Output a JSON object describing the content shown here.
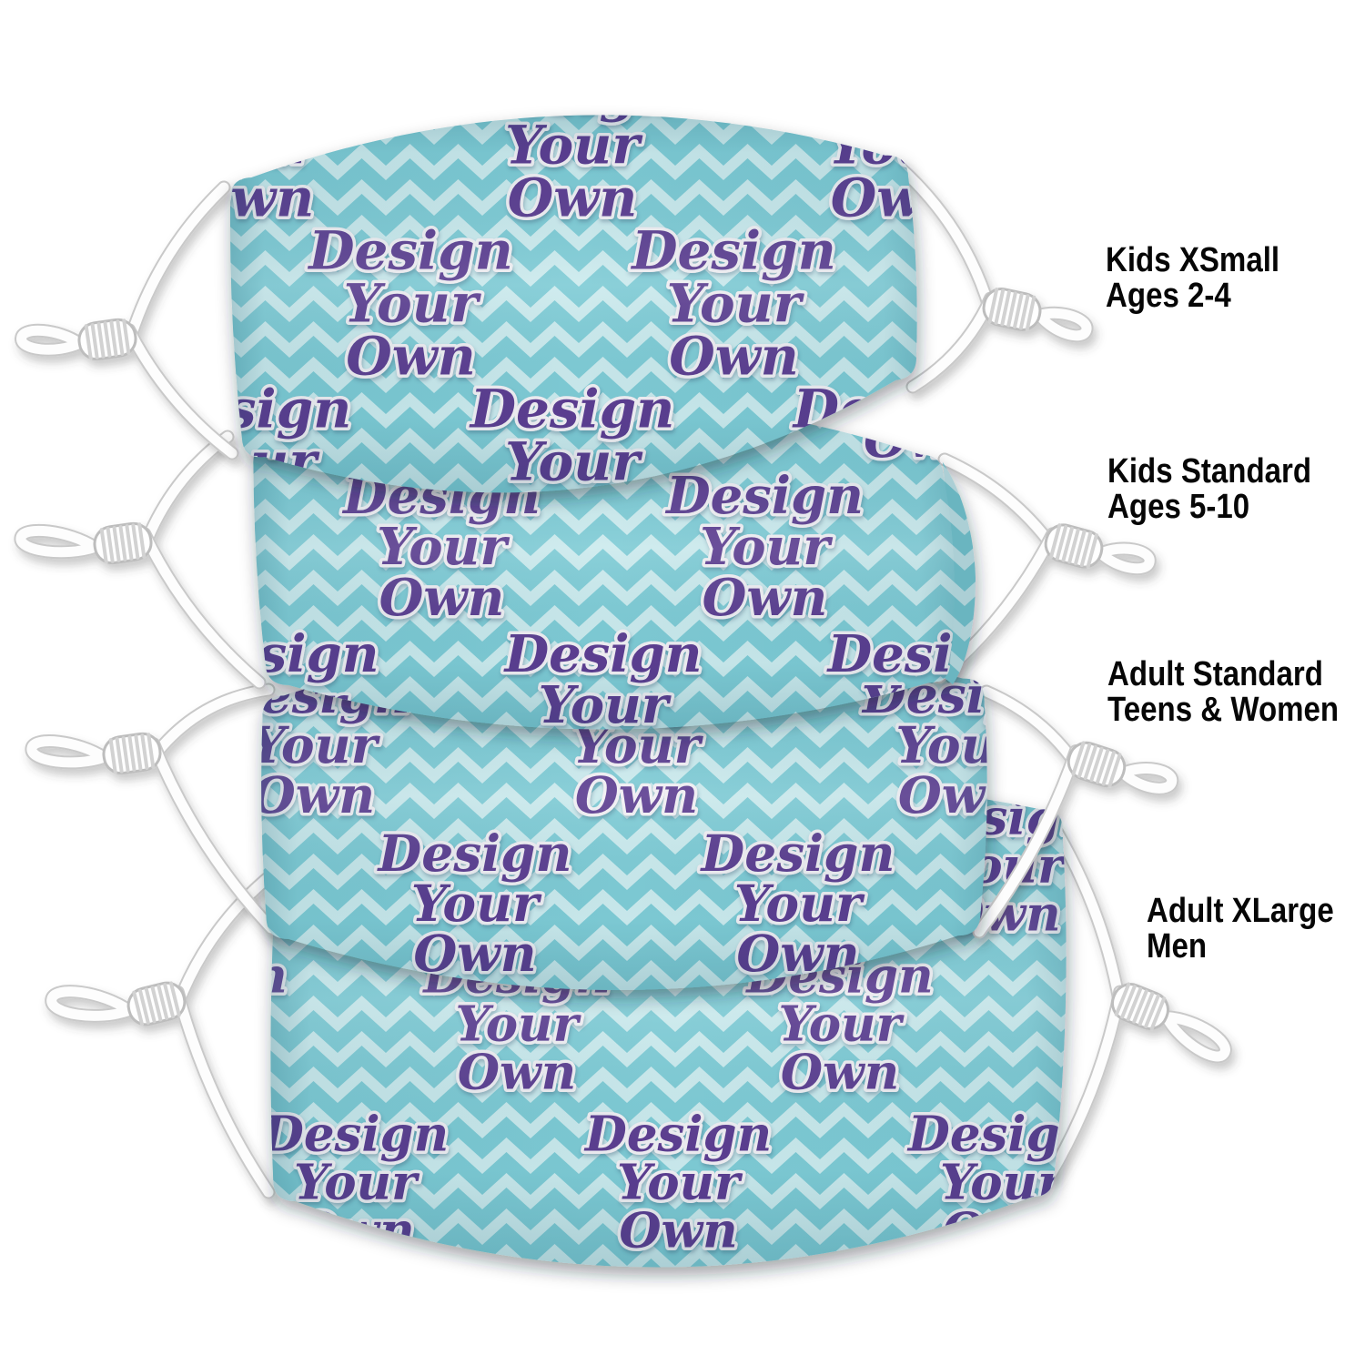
{
  "product": {
    "name": "Design Your Own face masks - size set",
    "pattern_text": [
      "Design",
      "Your",
      "Own"
    ]
  },
  "colors": {
    "chevron_dark": "#7ecbd5",
    "chevron_light": "#cbeaed",
    "text_purple": "#5c3e90",
    "text_outline": "#f1eff3",
    "cord_white": "#fdfdfd",
    "cord_edge": "#c9c9c9",
    "label_black": "#060606"
  },
  "labels": [
    {
      "line1": "Kids XSmall",
      "line2": "Ages 2-4"
    },
    {
      "line1": "Kids Standard",
      "line2": "Ages 5-10"
    },
    {
      "line1": "Adult Standard",
      "line2": "Teens & Women"
    },
    {
      "line1": "Adult XLarge",
      "line2": "Men"
    }
  ]
}
